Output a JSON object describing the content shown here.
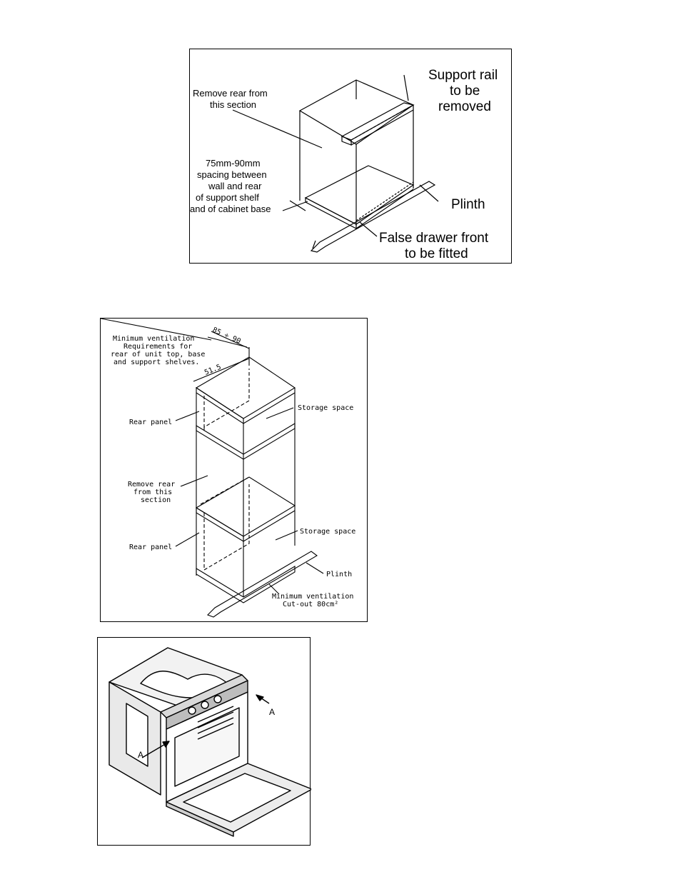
{
  "figure1": {
    "remove_rear_line1": "Remove rear from",
    "remove_rear_line2": "this section",
    "spacing_line1": "75mm-90mm",
    "spacing_line2": "spacing between",
    "spacing_line3": "wall and rear",
    "spacing_line4": "of support shelf",
    "spacing_line5": "and of cabinet base",
    "support_rail_line1": "Support rail",
    "support_rail_line2": "to be",
    "support_rail_line3": "removed",
    "plinth": "Plinth",
    "false_drawer_line1": "False drawer front",
    "false_drawer_line2": "to be fitted"
  },
  "figure2": {
    "ventilation_line1": "Minimum ventilation",
    "ventilation_line2": "Requirements for",
    "ventilation_line3": "rear of unit top, base",
    "ventilation_line4": "and support shelves.",
    "dim_range": "85 ÷ 90",
    "dim_depth": "51.5",
    "rear_panel_upper": "Rear panel",
    "rear_panel_lower": "Rear panel",
    "storage_upper": "Storage space",
    "storage_lower": "Storage space",
    "remove_rear_line1": "Remove rear",
    "remove_rear_line2": "from this",
    "remove_rear_line3": "section",
    "plinth": "Plinth",
    "cutout_line1": "Minimum ventilation",
    "cutout_line2": "Cut-out 80cm²"
  },
  "figure3": {
    "label_a_right": "A",
    "label_a_left": "A"
  }
}
